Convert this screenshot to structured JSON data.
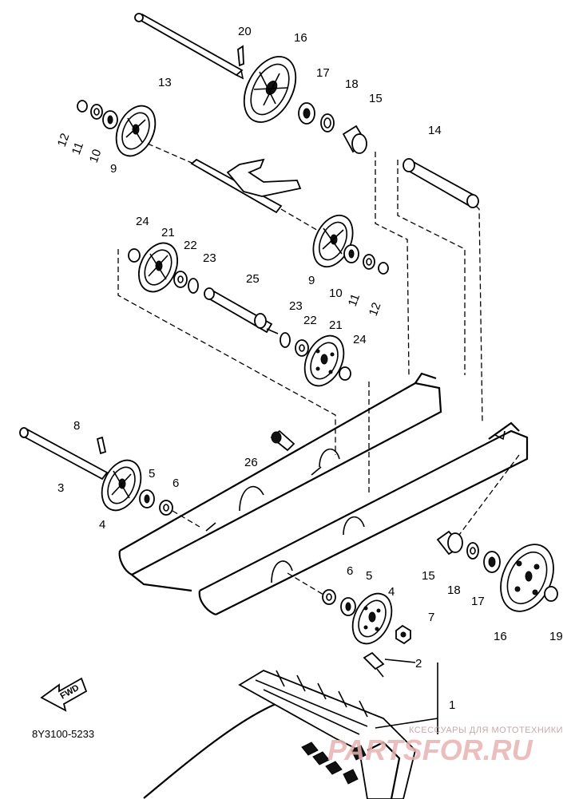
{
  "callouts": [
    "20",
    "16",
    "13",
    "17",
    "18",
    "15",
    "12",
    "11",
    "10",
    "9",
    "14",
    "24",
    "21",
    "22",
    "23",
    "25",
    "9",
    "10",
    "11",
    "12",
    "23",
    "22",
    "21",
    "24",
    "8",
    "26",
    "3",
    "5",
    "6",
    "4",
    "15",
    "18",
    "17",
    "6",
    "5",
    "4",
    "7",
    "16",
    "19",
    "2",
    "1"
  ],
  "fwd_label": "FWD",
  "diagram_code": "8Y3100-5233",
  "watermark": {
    "tagline": "КСЕССУАРЫ ДЛЯ МОТОТЕХНИКИ",
    "brand": "PARTSFOR.RU"
  }
}
